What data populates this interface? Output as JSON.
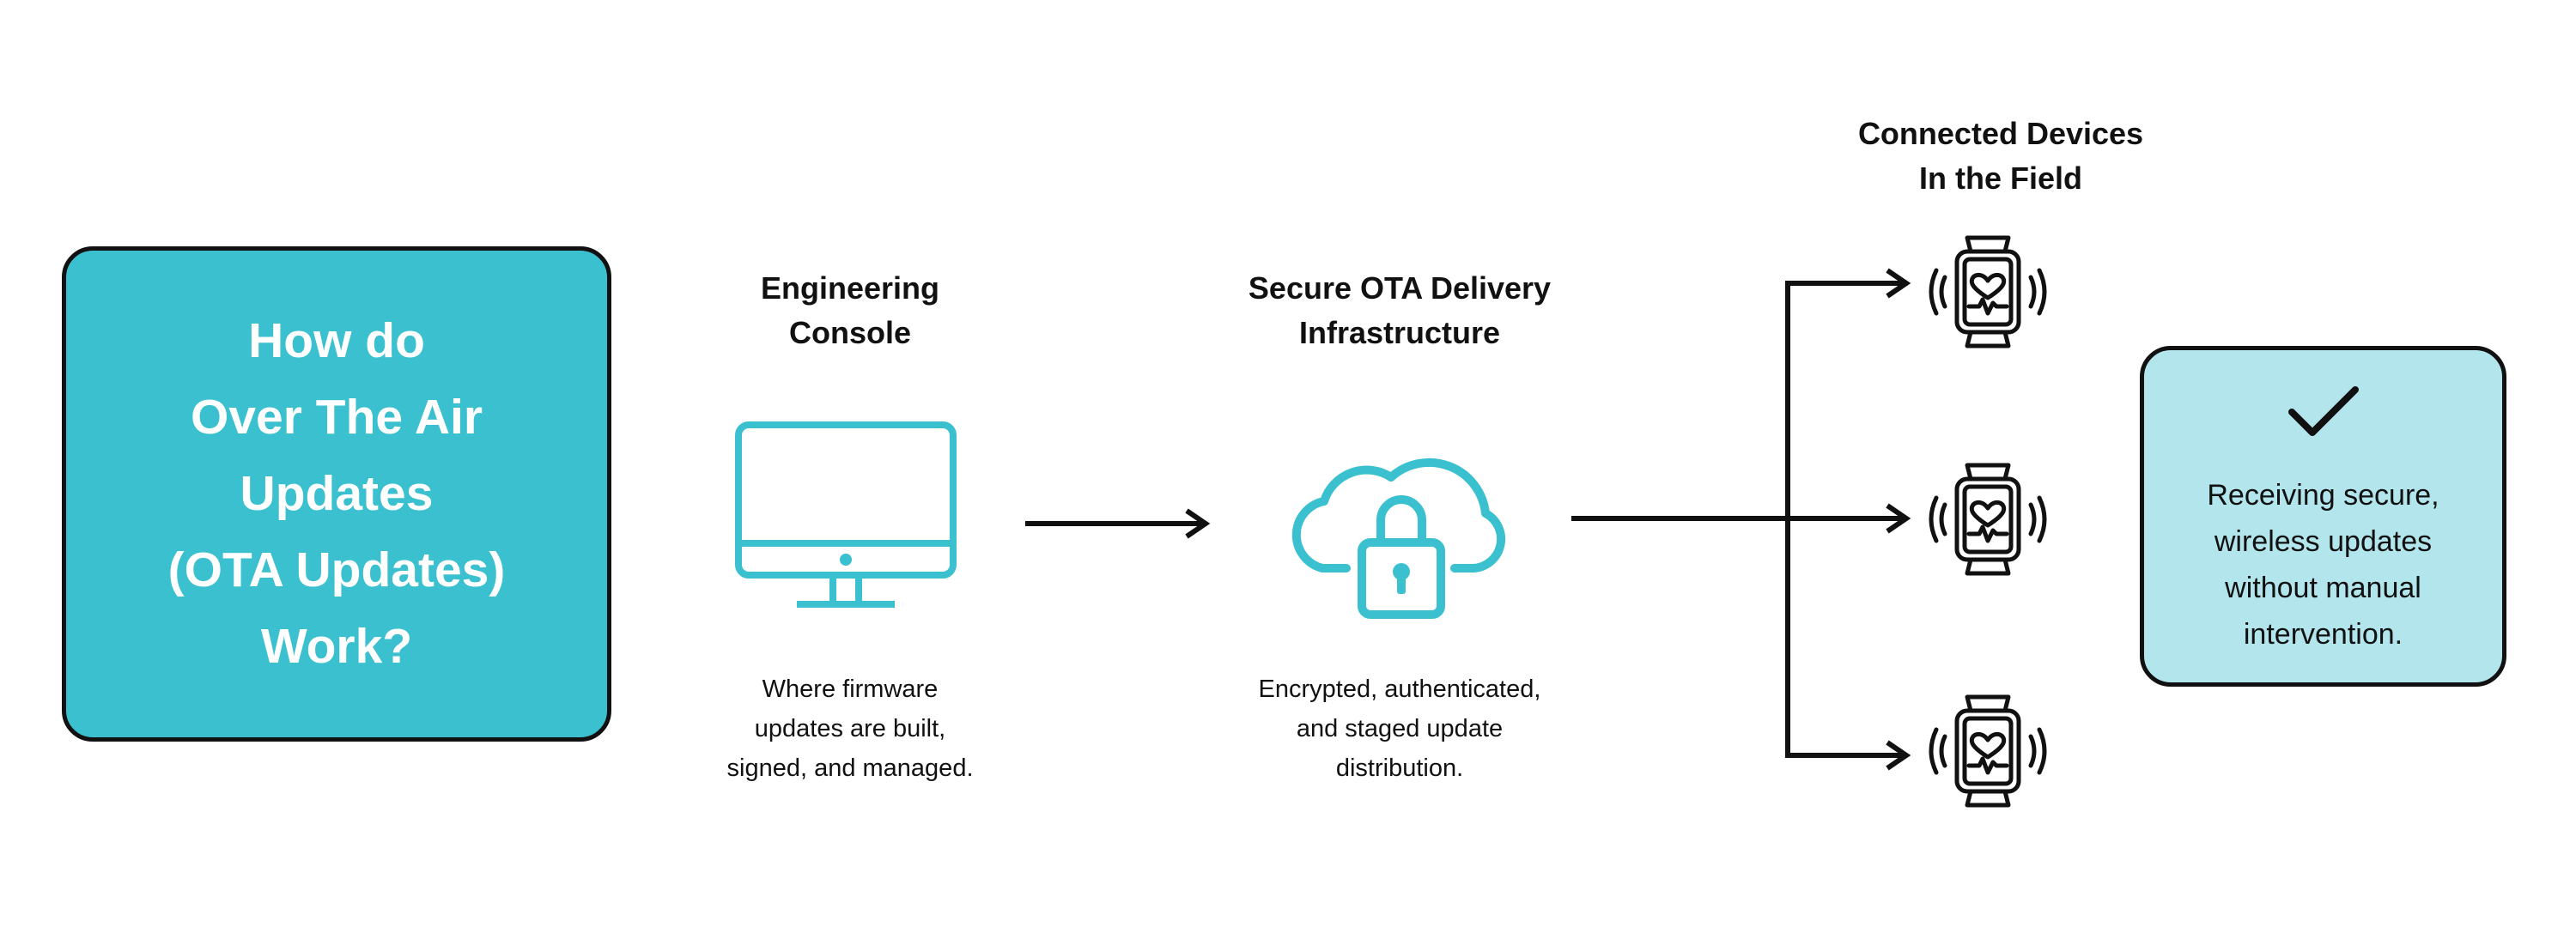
{
  "hero": {
    "lines": [
      "How do",
      "Over The Air",
      "Updates",
      "(OTA Updates)",
      "Work?"
    ]
  },
  "console": {
    "heading": [
      "Engineering",
      "Console"
    ],
    "caption": [
      "Where firmware",
      "updates are built,",
      "signed, and managed."
    ],
    "icon": "desktop-monitor-icon"
  },
  "delivery": {
    "heading": [
      "Secure OTA Delivery",
      "Infrastructure"
    ],
    "caption": [
      "Encrypted, authenticated,",
      "and staged update",
      "distribution."
    ],
    "icon": "cloud-lock-icon"
  },
  "devices": {
    "heading": [
      "Connected Devices",
      "In the Field"
    ],
    "icon": "smartwatch-heart-icon",
    "count": 3
  },
  "result": {
    "icon": "checkmark-icon",
    "lines": [
      "Receiving secure,",
      "wireless updates",
      "without manual",
      "intervention."
    ]
  },
  "colors": {
    "accent": "#3ac0cf",
    "accent_light": "#b3e5ec",
    "stroke": "#111111"
  }
}
